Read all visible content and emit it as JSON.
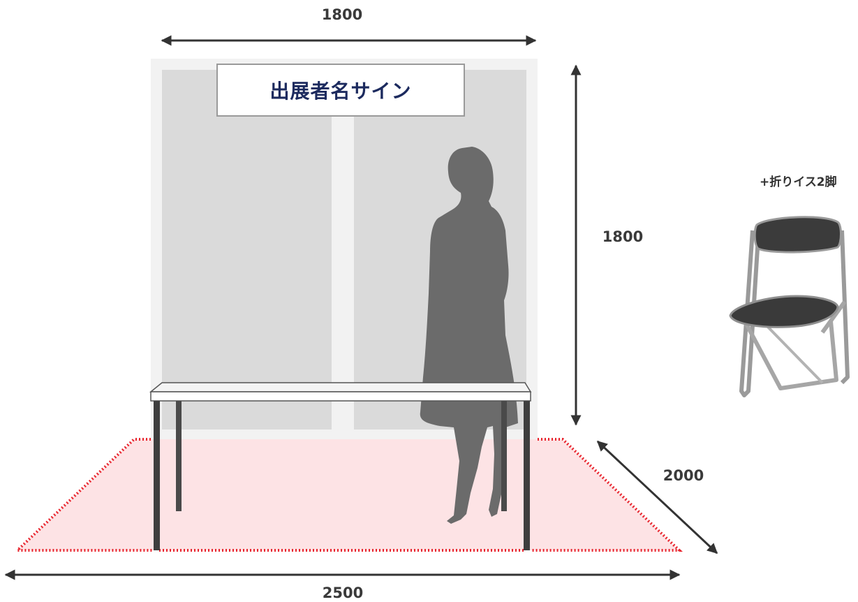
{
  "dimensions": {
    "panel_width": "1800",
    "panel_height": "1800",
    "booth_depth": "2000",
    "booth_width": "2500"
  },
  "sign": {
    "label": "出展者名サイン"
  },
  "chair": {
    "caption": "+折りイス2脚"
  },
  "colors": {
    "floor_fill": "#fde3e5",
    "floor_outline": "#e8262f",
    "panel_frame": "#f2f2f2",
    "panel_inner": "#dadada",
    "arrow": "#333333",
    "silhouette": "#6b6b6b",
    "sign_text": "#1c2a5e"
  },
  "icons": [
    "person-silhouette-icon",
    "folding-chair-icon",
    "table-icon"
  ]
}
